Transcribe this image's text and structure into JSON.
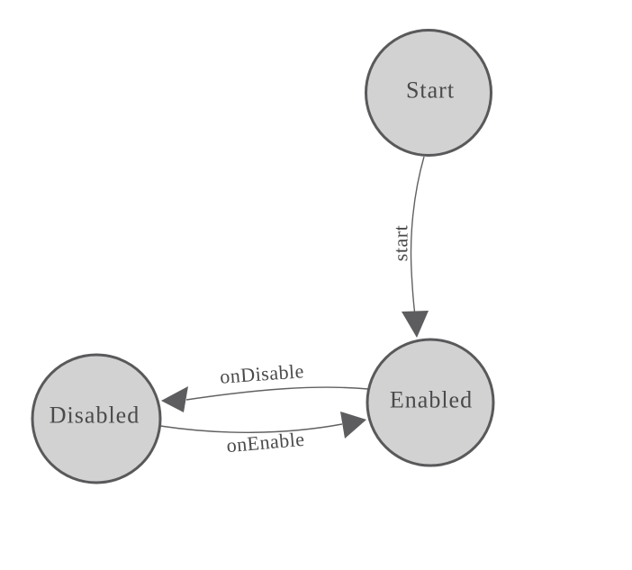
{
  "diagram": {
    "kind": "state-machine",
    "colors": {
      "background": "#ffffff",
      "node_fill": "#d2d2d2",
      "node_stroke": "#59595b",
      "edge_stroke": "#616163",
      "arrow_fill": "#5d5d5f",
      "text": "#4a4a4c"
    },
    "nodes": [
      {
        "id": "start",
        "label": "Start"
      },
      {
        "id": "enabled",
        "label": "Enabled"
      },
      {
        "id": "disabled",
        "label": "Disabled"
      }
    ],
    "edges": [
      {
        "label": "start",
        "from": "Start",
        "to": "Enabled"
      },
      {
        "label": "onDisable",
        "from": "Enabled",
        "to": "Disabled"
      },
      {
        "label": "onEnable",
        "from": "Disabled",
        "to": "Enabled"
      }
    ]
  }
}
